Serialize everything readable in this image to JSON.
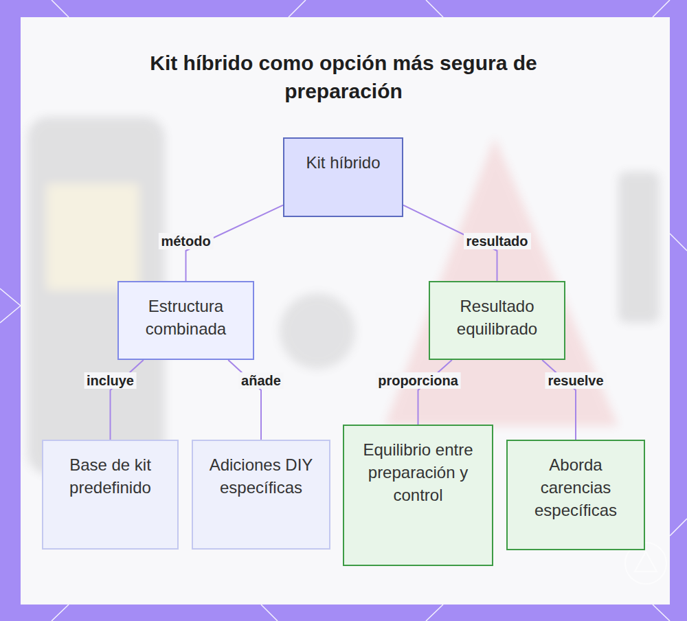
{
  "diagram": {
    "title": "Kit híbrido como opción más segura de preparación",
    "nodes": [
      {
        "text": [
          "Kit híbrido"
        ]
      },
      {
        "text": [
          "Estructura combinada"
        ]
      },
      {
        "text": [
          "Resultado equilibrado"
        ]
      },
      {
        "text": [
          "Base de kit predefinido"
        ]
      },
      {
        "text": [
          "Adiciones DIY específicas"
        ]
      },
      {
        "text": [
          "Equilibrio entre preparación y control"
        ]
      },
      {
        "text": [
          "Aborda carencias específicas"
        ]
      }
    ],
    "edges": [
      {
        "from": 0,
        "to": 1,
        "label": "método",
        "arrow": "none"
      },
      {
        "from": 0,
        "to": 2,
        "label": "resultado",
        "arrow": "none"
      },
      {
        "from": 1,
        "to": 3,
        "label": "incluye",
        "arrow": "none"
      },
      {
        "from": 1,
        "to": 4,
        "label": "añade",
        "arrow": "none"
      },
      {
        "from": 2,
        "to": 5,
        "label": "proporciona",
        "arrow": "none"
      },
      {
        "from": 2,
        "to": 6,
        "label": "resuelve",
        "arrow": "none"
      }
    ]
  }
}
